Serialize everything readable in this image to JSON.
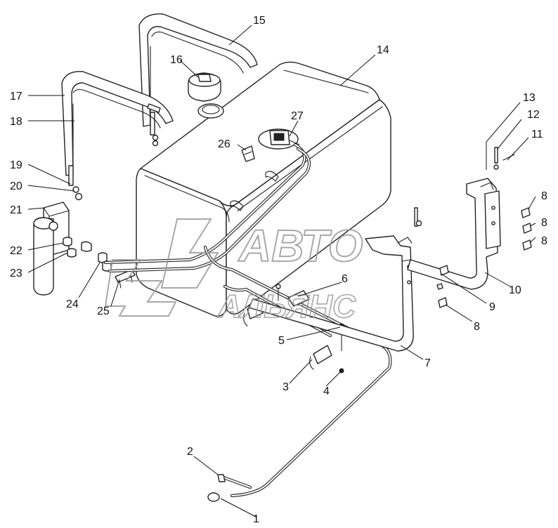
{
  "diagram": {
    "callouts": [
      {
        "id": "c1",
        "text": "1"
      },
      {
        "id": "c2",
        "text": "2"
      },
      {
        "id": "c3",
        "text": "3"
      },
      {
        "id": "c4",
        "text": "4"
      },
      {
        "id": "c5",
        "text": "5"
      },
      {
        "id": "c6",
        "text": "6"
      },
      {
        "id": "c7",
        "text": "7"
      },
      {
        "id": "c8a",
        "text": "8"
      },
      {
        "id": "c8b",
        "text": "8"
      },
      {
        "id": "c8c",
        "text": "8"
      },
      {
        "id": "c8d",
        "text": "8"
      },
      {
        "id": "c9",
        "text": "9"
      },
      {
        "id": "c10",
        "text": "10"
      },
      {
        "id": "c11",
        "text": "11"
      },
      {
        "id": "c12",
        "text": "12"
      },
      {
        "id": "c13",
        "text": "13"
      },
      {
        "id": "c14",
        "text": "14"
      },
      {
        "id": "c15",
        "text": "15"
      },
      {
        "id": "c16",
        "text": "16"
      },
      {
        "id": "c17",
        "text": "17"
      },
      {
        "id": "c18",
        "text": "18"
      },
      {
        "id": "c19",
        "text": "19"
      },
      {
        "id": "c20",
        "text": "20"
      },
      {
        "id": "c21",
        "text": "21"
      },
      {
        "id": "c22",
        "text": "22"
      },
      {
        "id": "c23",
        "text": "23"
      },
      {
        "id": "c24",
        "text": "24"
      },
      {
        "id": "c25",
        "text": "25"
      },
      {
        "id": "c26",
        "text": "26"
      },
      {
        "id": "c27",
        "text": "27"
      }
    ]
  },
  "watermark": {
    "line1": "АВТО",
    "line2": "АЛЬЯНС",
    "color": "#9a9a9a"
  },
  "colors": {
    "line": "#222222",
    "background": "#ffffff"
  }
}
